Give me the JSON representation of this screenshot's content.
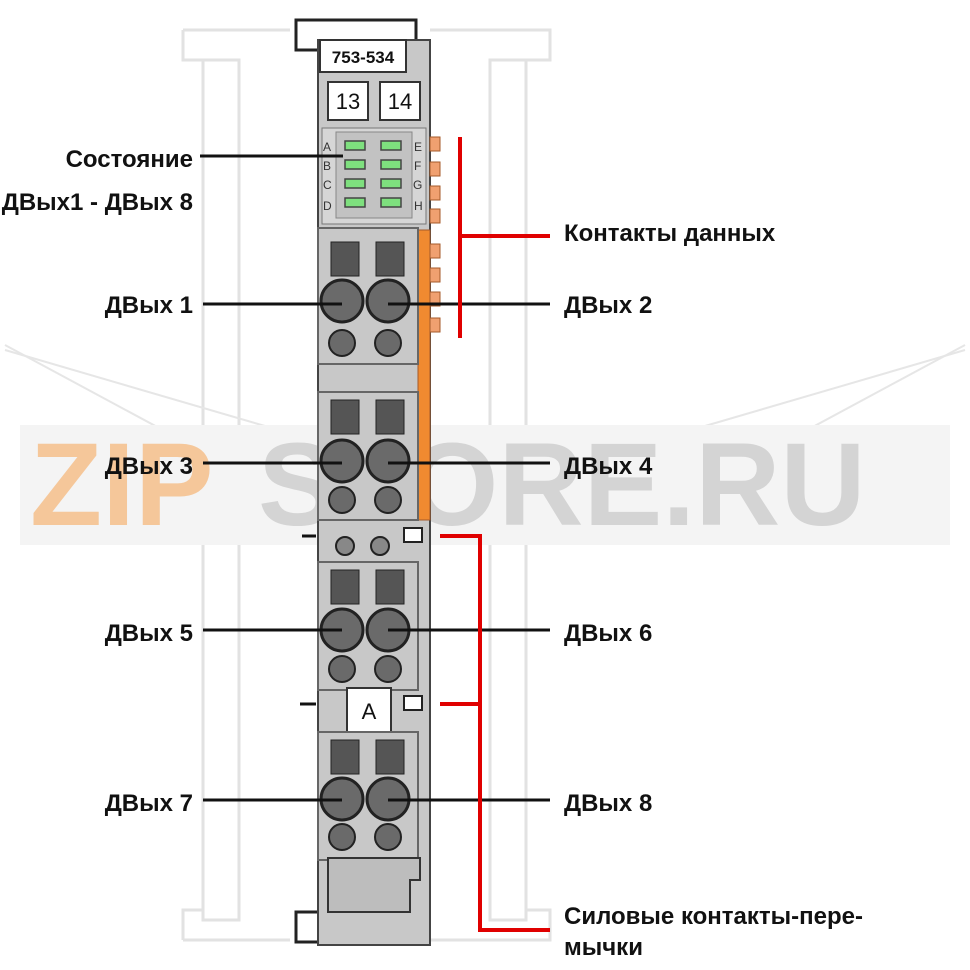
{
  "module": {
    "model": "753-534",
    "markers": [
      "13",
      "14"
    ],
    "led_labels_left": [
      "A",
      "B",
      "C",
      "D"
    ],
    "led_labels_right": [
      "E",
      "F",
      "G",
      "H"
    ],
    "jumper_label": "A"
  },
  "labels": {
    "status_line1": "Состояние",
    "status_line2": "ДВых1 - ДВых 8",
    "data_contacts": "Контакты данных",
    "dout1": "ДВых 1",
    "dout2": "ДВых 2",
    "dout3": "ДВых 3",
    "dout4": "ДВых 4",
    "dout5": "ДВых 5",
    "dout6": "ДВых 6",
    "dout7": "ДВых 7",
    "dout8": "ДВых 8",
    "power_line1": "Силовые контакты-пере-",
    "power_line2": "мычки"
  },
  "watermark": {
    "left": "ZIP",
    "right": "STORE.RU"
  },
  "colors": {
    "module_body": "#c8c8c8",
    "led_green": "#7ee07e",
    "contact_orange": "#f0a070",
    "callout_red": "#e00000",
    "watermark_orange": "#f5c79a",
    "watermark_gray": "#d4d4d4"
  }
}
